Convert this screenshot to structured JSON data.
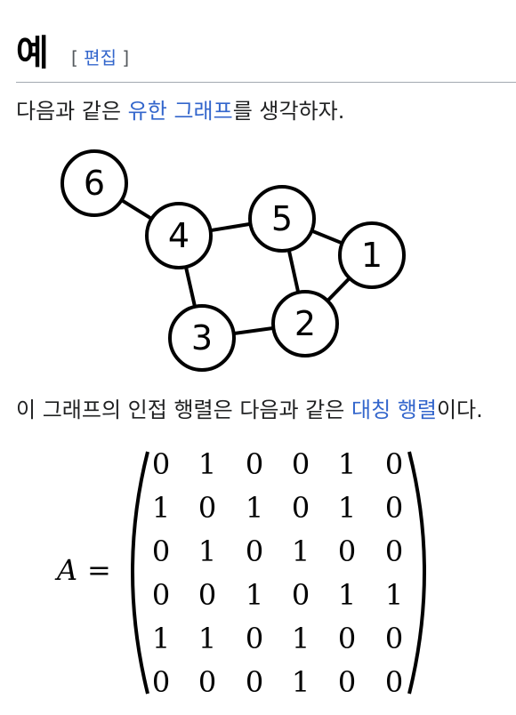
{
  "section": {
    "title": "예",
    "edit_open": "[",
    "edit_label": "편집",
    "edit_close": "]"
  },
  "para1": {
    "before": "다음과 같은 ",
    "link": "유한 그래프",
    "after": "를 생각하자."
  },
  "graph": {
    "nodes": [
      {
        "label": "6"
      },
      {
        "label": "4"
      },
      {
        "label": "5"
      },
      {
        "label": "1"
      },
      {
        "label": "3"
      },
      {
        "label": "2"
      }
    ],
    "edges": [
      [
        "6",
        "4"
      ],
      [
        "4",
        "5"
      ],
      [
        "5",
        "1"
      ],
      [
        "5",
        "2"
      ],
      [
        "1",
        "2"
      ],
      [
        "4",
        "3"
      ],
      [
        "3",
        "2"
      ]
    ]
  },
  "para2": {
    "before": "이 그래프의 인접 행렬은 다음과 같은 ",
    "link": "대칭 행렬",
    "after": "이다."
  },
  "matrix": {
    "lhs": "A",
    "equals": "=",
    "rows": [
      [
        "0",
        "1",
        "0",
        "0",
        "1",
        "0"
      ],
      [
        "1",
        "0",
        "1",
        "0",
        "1",
        "0"
      ],
      [
        "0",
        "1",
        "0",
        "1",
        "0",
        "0"
      ],
      [
        "0",
        "0",
        "1",
        "0",
        "1",
        "1"
      ],
      [
        "1",
        "1",
        "0",
        "1",
        "0",
        "0"
      ],
      [
        "0",
        "0",
        "0",
        "1",
        "0",
        "0"
      ]
    ]
  }
}
